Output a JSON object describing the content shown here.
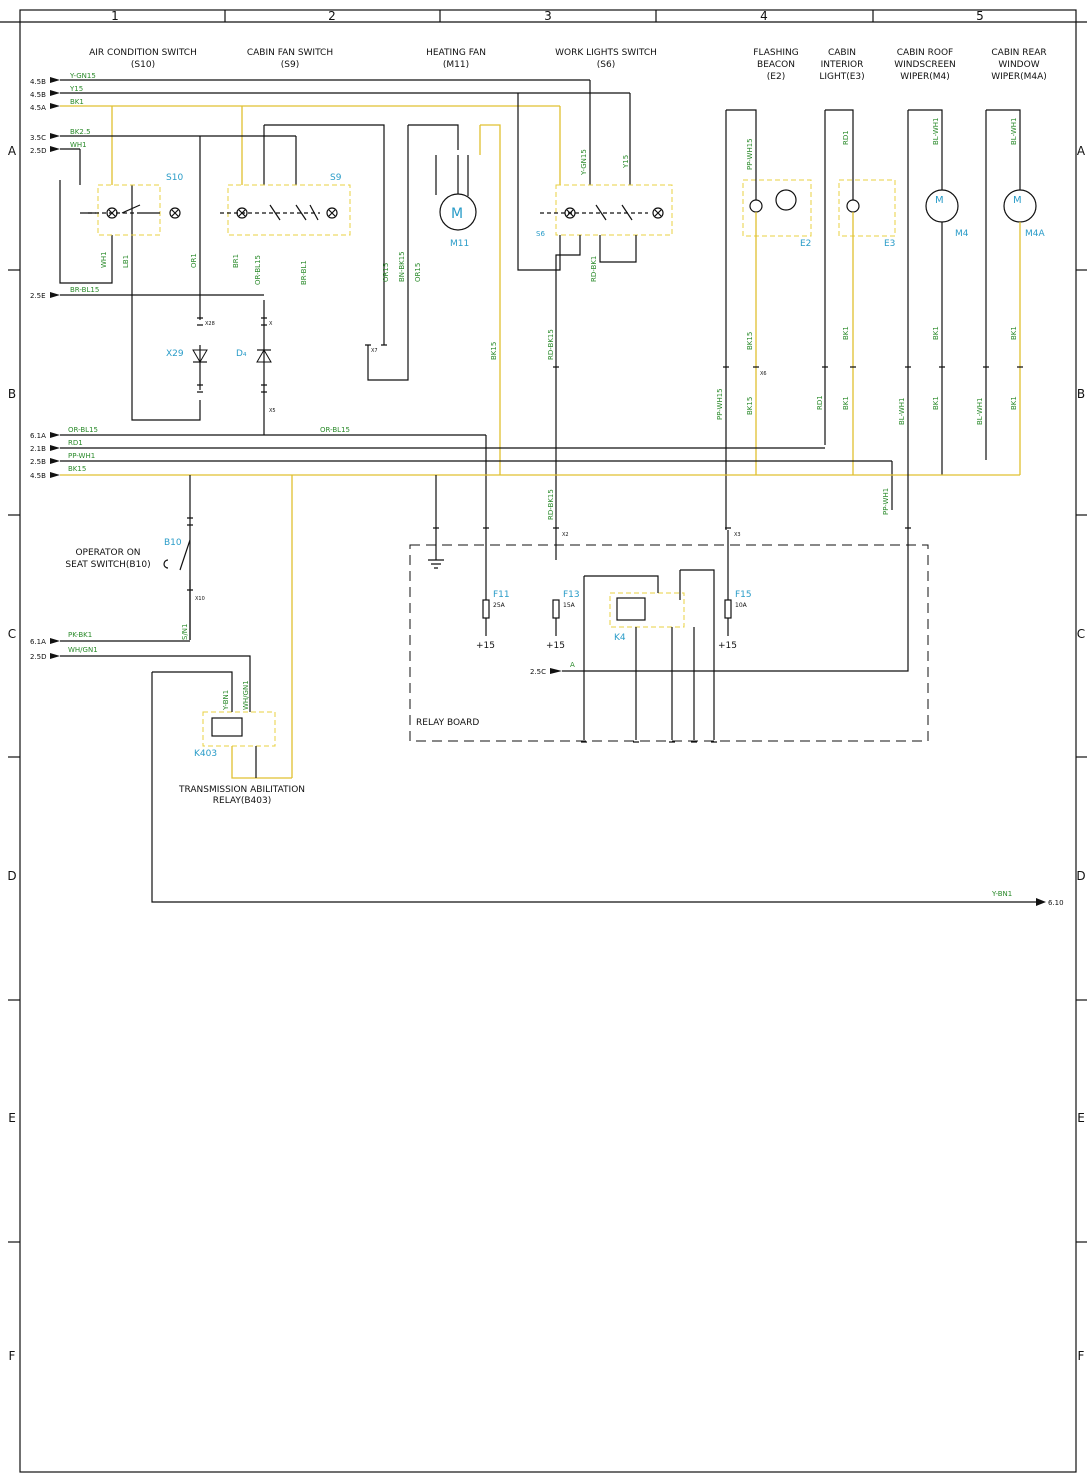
{
  "columns": [
    "1",
    "2",
    "3",
    "4",
    "5"
  ],
  "rows": [
    "A",
    "B",
    "C",
    "D",
    "E",
    "F"
  ],
  "components": {
    "ac_switch": {
      "title1": "AIR CONDITION SWITCH",
      "title2": "(S10)",
      "tag": "S10"
    },
    "fan_switch": {
      "title1": "CABIN FAN SWITCH",
      "title2": "(S9)",
      "tag": "S9"
    },
    "heating_fan": {
      "title1": "HEATING FAN",
      "title2": "(M11)",
      "tag": "M11"
    },
    "work_lights": {
      "title1": "WORK LIGHTS SWITCH",
      "title2": "(S6)",
      "tag": "S6"
    },
    "beacon": {
      "title1": "FLASHING",
      "title2": "BEACON",
      "title3": "(E2)",
      "tag": "E2"
    },
    "interior_light": {
      "title1": "CABIN",
      "title2": "INTERIOR",
      "title3": "LIGHT(E3)",
      "tag": "E3"
    },
    "roof_wiper": {
      "title1": "CABIN ROOF",
      "title2": "WINDSCREEN",
      "title3": "WIPER(M4)",
      "tag": "M4"
    },
    "rear_wiper": {
      "title1": "CABIN REAR",
      "title2": "WINDOW",
      "title3": "WIPER(M4A)",
      "tag": "M4A"
    },
    "seat_switch": {
      "title1": "OPERATOR ON",
      "title2": "SEAT SWITCH(B10)",
      "tag": "B10"
    },
    "trans_relay": {
      "title1": "TRANSMISSION ABILITATION",
      "title2": "RELAY(B403)",
      "tag": "K403"
    },
    "relay_board": {
      "title": "RELAY BOARD",
      "relay_tag": "K4"
    },
    "diodes": {
      "d1": "X29",
      "d2": "D₄"
    }
  },
  "left_signals": [
    {
      "ref": "4.5B",
      "wire": "Y-GN15"
    },
    {
      "ref": "4.5B",
      "wire": "Y15"
    },
    {
      "ref": "4.5A",
      "wire": "BK1"
    },
    {
      "ref": "3.5C",
      "wire": "BK2.5"
    },
    {
      "ref": "2.5D",
      "wire": "WH1"
    },
    {
      "ref": "2.5E",
      "wire": "BR-BL15"
    },
    {
      "ref": "6.1A",
      "wire": "OR-BL15"
    },
    {
      "ref": "2.1B",
      "wire": "RD1"
    },
    {
      "ref": "2.5B",
      "wire": "PP-WH1"
    },
    {
      "ref": "4.5B",
      "wire": "BK15"
    },
    {
      "ref": "6.1A",
      "wire": "PK-BK1"
    },
    {
      "ref": "2.5D",
      "wire": "WH/GN1"
    }
  ],
  "fuses": [
    {
      "tag": "F11",
      "rating": "25A",
      "supply": "+15"
    },
    {
      "tag": "F13",
      "rating": "15A",
      "supply": "+15"
    },
    {
      "tag": "F15",
      "rating": "10A",
      "supply": "+15"
    }
  ],
  "board_input": {
    "ref": "2.5C",
    "pin": "A"
  },
  "output": {
    "wire": "Y-BN1",
    "ref": "6.10"
  },
  "wire_labels": {
    "or_bl15": "OR-BL15",
    "bk15": "BK15",
    "rd_bk15": "RD-BK15",
    "pp_wh15": "PP-WH15",
    "bk1": "BK1",
    "rd1": "RD1",
    "bl_wh1": "BL-WH1",
    "or15": "OR15",
    "bn_bk15": "BN-BK15",
    "y_gn15": "Y-GN15",
    "y15": "Y15",
    "pp_wh1": "PP-WH1",
    "s_n1": "S/N1",
    "y_bn1": "Y-BN1",
    "wh_gn1": "WH/GN1",
    "wh1": "WH1",
    "lb1": "LB1",
    "or1": "OR1",
    "br1": "BR1",
    "or_bl15b": "OR-BL15",
    "rd_bk1": "RD-BK1",
    "br_bl1": "BR-BL1"
  },
  "connectors": {
    "x28": "X28",
    "x": "X",
    "x5": "X5",
    "x7": "X7",
    "x10": "X10",
    "x6": "X6",
    "x2": "X2",
    "x3": "X3"
  }
}
